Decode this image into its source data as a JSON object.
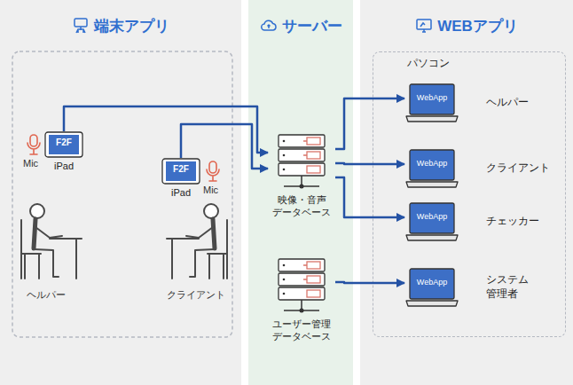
{
  "diagram": {
    "nodes": [
      {
        "text": [
          "端末アプリ"
        ]
      },
      {
        "text": [
          "サーバー"
        ]
      },
      {
        "text": [
          "WEBアプリ"
        ]
      },
      {
        "text": [
          "F2F",
          "iPad"
        ],
        "in": 0
      },
      {
        "text": [
          "F2F",
          "iPad"
        ],
        "in": 0
      },
      {
        "text": [
          "映像・音声 データベース"
        ],
        "in": 1
      },
      {
        "text": [
          "ユーザー管理 データベース"
        ],
        "in": 1
      },
      {
        "text": [
          "パソコン"
        ],
        "in": 2
      },
      {
        "text": [
          "WebApp",
          "ヘルパー"
        ],
        "in": 7
      },
      {
        "text": [
          "WebApp",
          "クライアント"
        ],
        "in": 7
      },
      {
        "text": [
          "WebApp",
          "チェッカー"
        ],
        "in": 7
      },
      {
        "text": [
          "WebApp",
          "システム 管理者"
        ],
        "in": 7
      }
    ],
    "edges": [
      {
        "from": 3,
        "to": 5,
        "arrow": "to"
      },
      {
        "from": 4,
        "to": 5,
        "arrow": "to"
      },
      {
        "from": 5,
        "to": 8,
        "arrow": "to"
      },
      {
        "from": 5,
        "to": 9,
        "arrow": "to"
      },
      {
        "from": 5,
        "to": 10,
        "arrow": "to"
      },
      {
        "from": 6,
        "to": 11,
        "arrow": "to"
      }
    ],
    "labels": [
      "Mic",
      "Mic",
      "ヘルパー",
      "クライアント"
    ]
  }
}
